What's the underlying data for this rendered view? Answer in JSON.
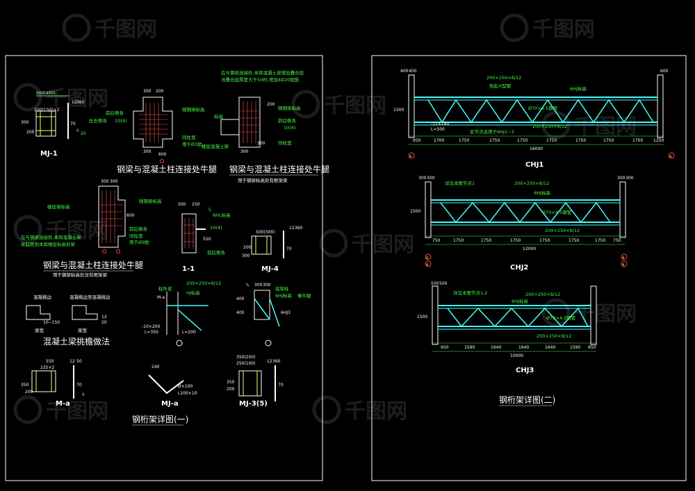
{
  "watermark": {
    "brand": "千图网"
  },
  "sheet1": {
    "title": "钢桁架详图(一)",
    "detail_mj1": {
      "label": "MJ-1",
      "dims": [
        "500(400)",
        "200(150)×2",
        "12",
        "360",
        "300",
        "200",
        "70",
        "6",
        "20"
      ]
    },
    "detail_corbel_a": {
      "title": "钢梁与混凝土柱连接处牛腿",
      "notes": [
        "前后侧各",
        "10(4)",
        "左右侧各",
        "随钢梁标高",
        "同柱宽",
        "用于Ø3肋",
        "200",
        "300",
        "300",
        "600"
      ]
    },
    "detail_corbel_b": {
      "title": "钢梁与混凝土柱连接处牛腿",
      "subtitle": "用于钢梁标高处有框架梁",
      "notes": [
        "在与钢梁连接处,本跨混凝土梁增加叠合层",
        "当叠合层厚度大于50时,增加4Ø20配筋",
        "随钢梁标高",
        "标高",
        "前后侧各",
        "10(4)",
        "同柱宽",
        "楼层混凝土梁",
        "200",
        "300",
        "300"
      ]
    },
    "detail_corbel_c": {
      "title": "钢梁与混凝土柱连接处牛腿",
      "subtitle": "用于钢梁标高处没有框架梁",
      "notes": [
        "楼层梁标高",
        "随钢梁标高",
        "在与钢梁连接处,本跨混凝土梁",
        "梁起居到本跨楼层标高处梁",
        "前后侧各",
        "同柱宽",
        "用于Ø9肋",
        "300",
        "300",
        "600"
      ]
    },
    "detail_11": {
      "label": "1-1",
      "notes": [
        "500",
        "250",
        "5",
        "6HL标高",
        "10(4)",
        "前后侧各",
        "550"
      ]
    },
    "detail_mj4": {
      "label": "MJ-4",
      "dims": [
        "12",
        "360",
        "500(300)",
        "200",
        "70",
        "300"
      ]
    },
    "detail_eave": {
      "title": "混凝土梁挑檐做法",
      "notes": [
        "混凝挑边",
        "混凝挑边至混凝挑边",
        "梁宽",
        "梁宽",
        "10~150",
        "12",
        "20"
      ]
    },
    "detail_j1": {
      "notes": [
        "柱外皮",
        "200×250×8/12",
        "HJ标高",
        "M-a",
        "-10×200",
        "L=350",
        "L=200"
      ]
    },
    "detail_j2": {
      "notes": [
        "300",
        "300",
        "底架柱",
        "6HJ标高",
        "做牛腿",
        "6HJ3",
        "400",
        "400"
      ]
    },
    "detail_ma": {
      "label": "M-a",
      "dims": [
        "550",
        "225×2",
        "12",
        "50",
        "350",
        "200",
        "70",
        "6"
      ]
    },
    "detail_mja": {
      "label": "MJ-a",
      "dims": [
        "240",
        "Ø×100",
        "L100×10"
      ]
    },
    "detail_mj35": {
      "label": "MJ-3(5)",
      "dims": [
        "350(200)",
        "250(100)",
        "12",
        "360",
        "350",
        "200",
        "70"
      ]
    }
  },
  "sheet2": {
    "title": "钢桁架详图(二)",
    "truss1": {
      "label": "CHJ1",
      "notes": [
        "200×250×8/12",
        "热轧H型钢",
        "6HJ标高",
        "Ø70×4.5钢管",
        "此节点适用于6HJ1~3",
        "-12×280",
        "L=500",
        "200×250×8/12"
      ],
      "spans": [
        "950",
        "1700",
        "1750",
        "1750",
        "1750",
        "1750",
        "1750",
        "1750",
        "1700",
        "1250"
      ],
      "total": "16000",
      "height": "1500",
      "top_dims": [
        "400",
        "400",
        "600"
      ],
      "axis": "A"
    },
    "truss2": {
      "label": "CHJ2",
      "notes": [
        "详见本图节点1",
        "200×250×8/12",
        "6HJ标高",
        "Ø70×4.5钢管",
        "200×250×8/12"
      ],
      "spans": [
        "750",
        "1750",
        "1750",
        "1750",
        "1750",
        "1750",
        "1750",
        "750"
      ],
      "total": "12000",
      "height": "1500",
      "top_dims": [
        "300",
        "300",
        "300",
        "300"
      ],
      "axis": "A"
    },
    "truss3": {
      "label": "CHJ3",
      "notes": [
        "详见本图节点1,2",
        "200×250×8/12",
        "6HJ标高",
        "Ø70×4.5钢管",
        "200×250×8/12"
      ],
      "spans": [
        "950",
        "1590",
        "1640",
        "1640",
        "1640",
        "1590",
        "950"
      ],
      "total": "10000",
      "height": "1500",
      "top_dims": [
        "500",
        "500"
      ]
    }
  }
}
